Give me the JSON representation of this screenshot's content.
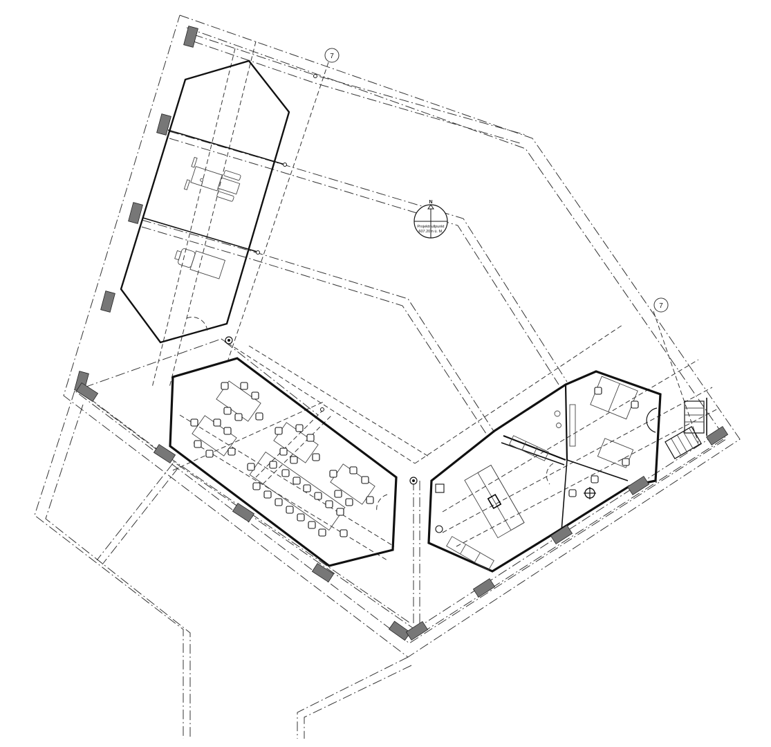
{
  "drawing": {
    "type": "architectural floor plan",
    "background": "#ffffff",
    "line_color": "#111111"
  },
  "north_marker": {
    "letter": "N",
    "label_line1": "Projektnullpunkt",
    "label_line2": "607.20m ü. M."
  },
  "grid_markers": [
    {
      "id": "axis-marker-top",
      "label": "7"
    },
    {
      "id": "axis-marker-right",
      "label": "7"
    }
  ],
  "buildings": [
    {
      "name": "garage-shed",
      "contents": [
        "tractor",
        "truck"
      ]
    },
    {
      "name": "dining-hall",
      "tables": 6,
      "chairs": 46
    },
    {
      "name": "kitchen-wing",
      "rooms": [
        "kitchen",
        "wc",
        "office",
        "staircase"
      ]
    }
  ]
}
